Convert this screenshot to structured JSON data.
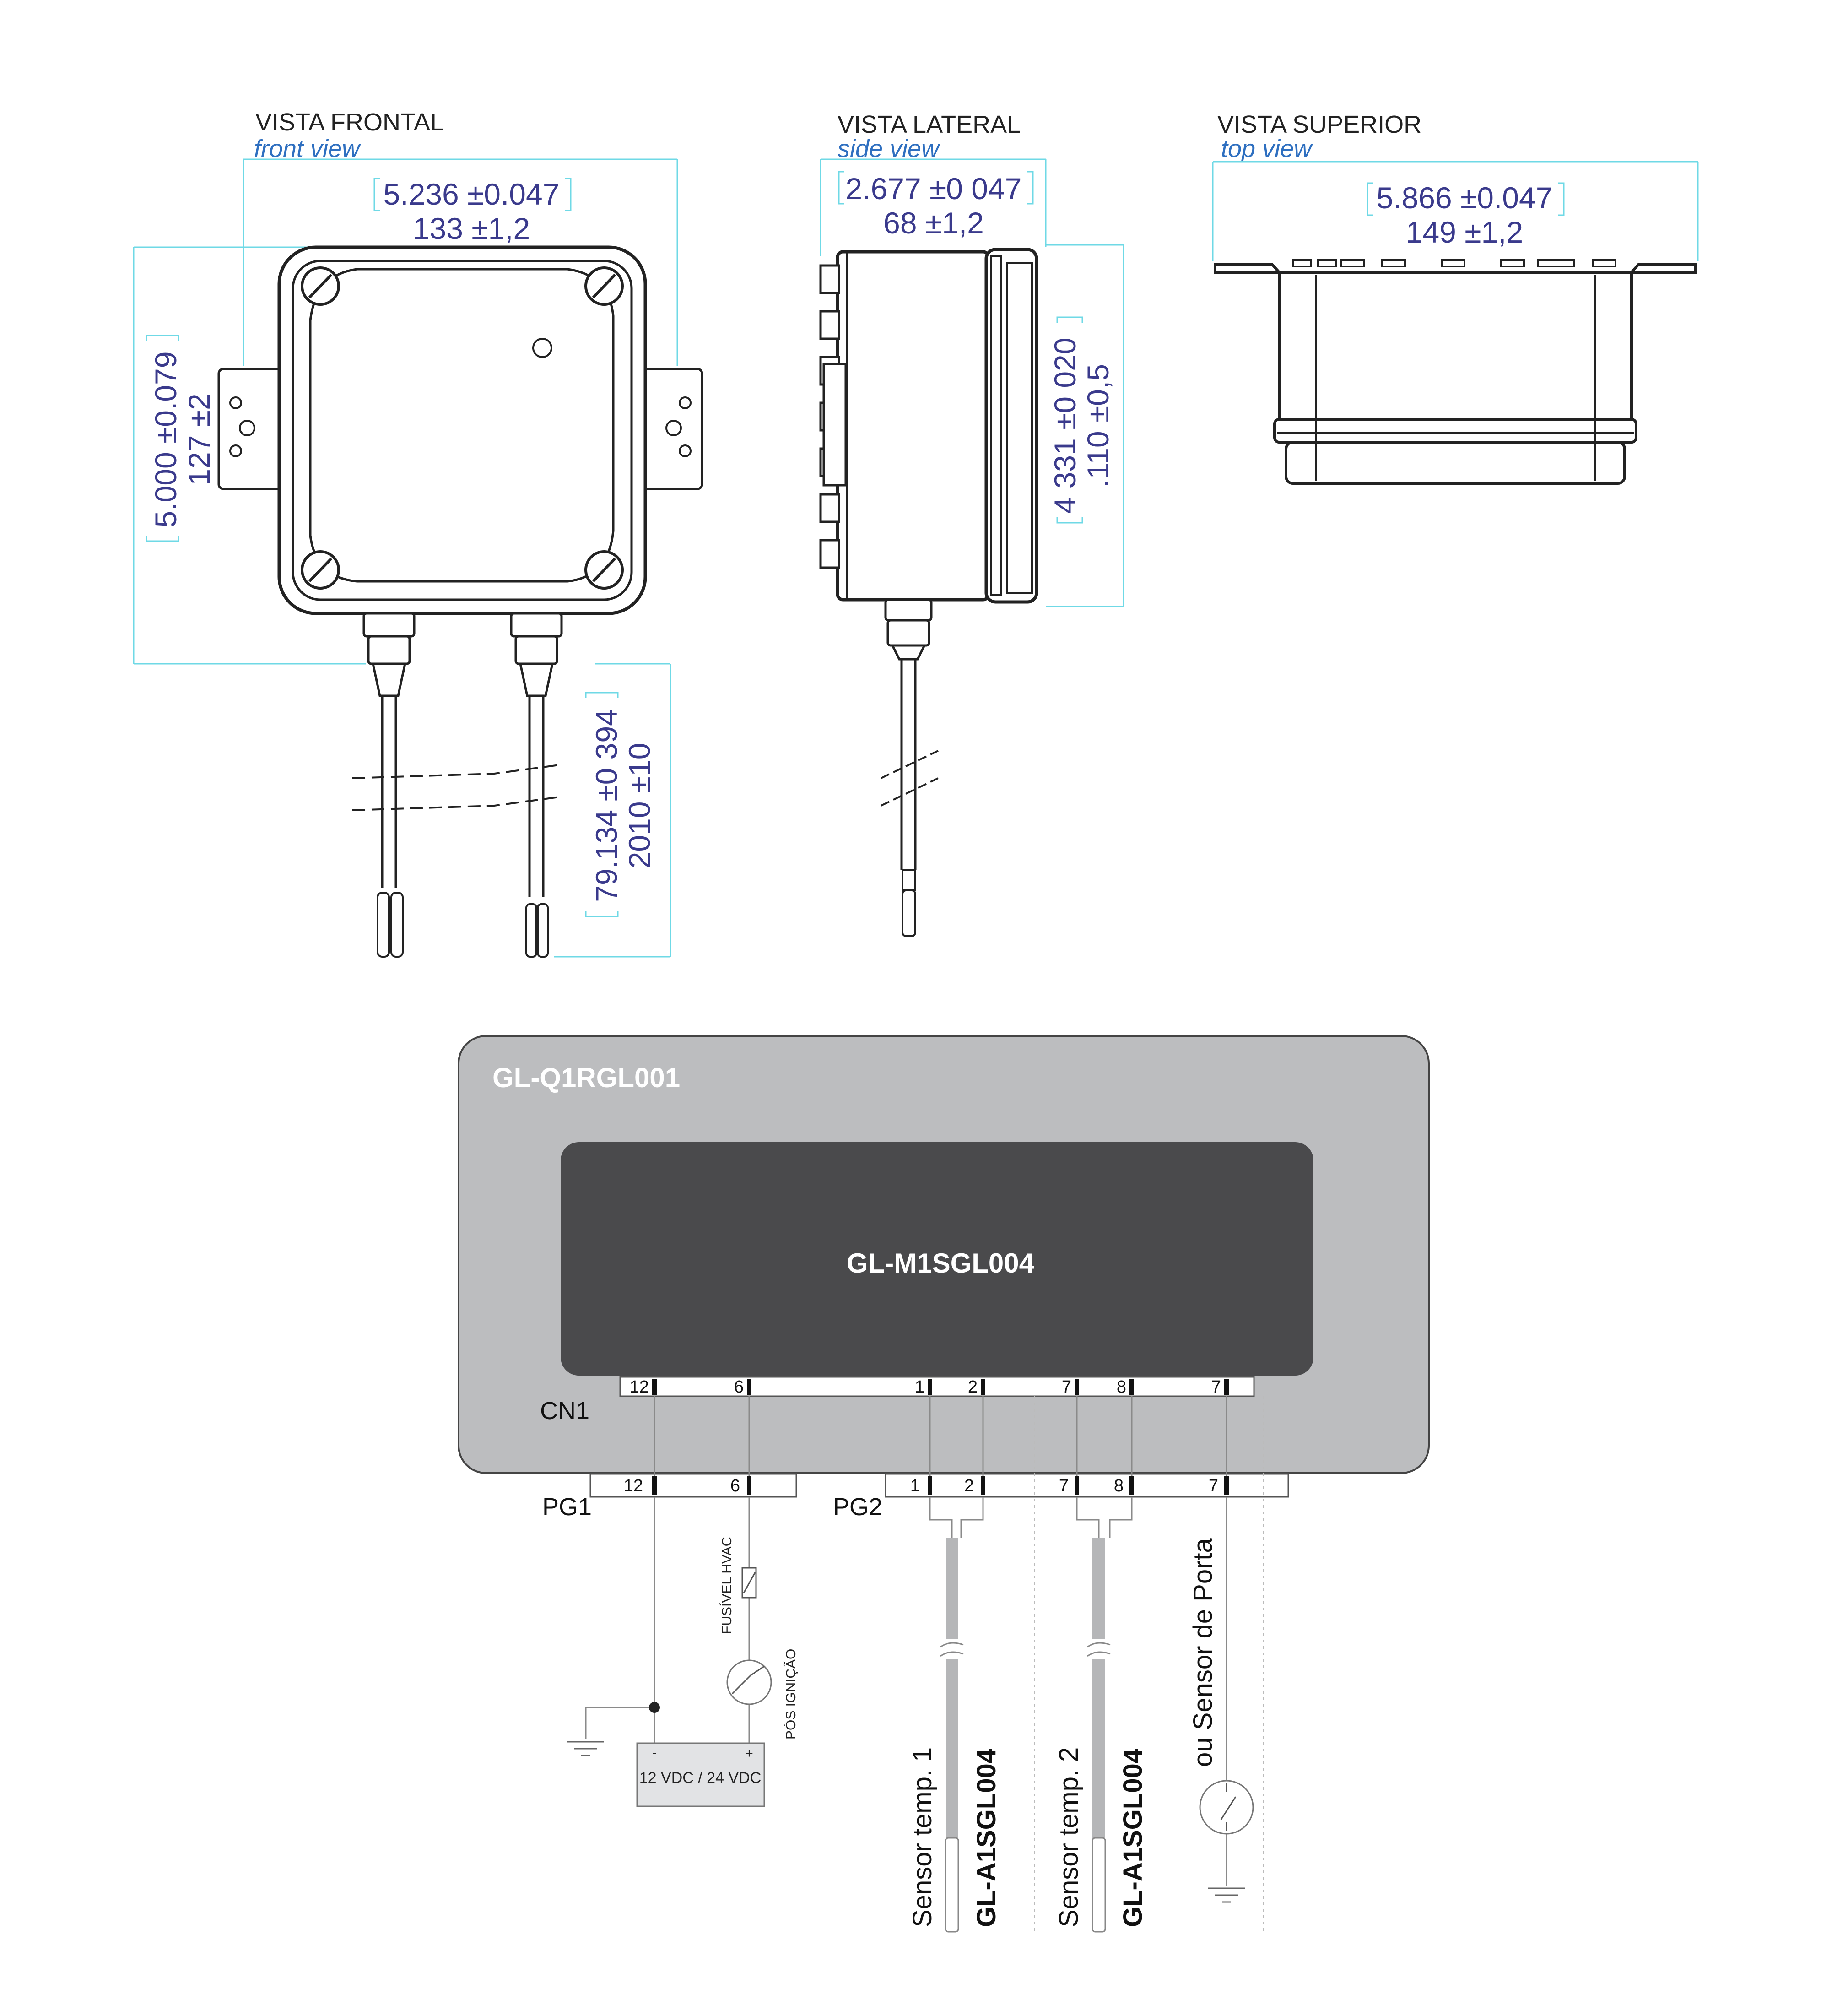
{
  "views": {
    "front": {
      "title": "VISTA FRONTAL",
      "subtitle": "front view",
      "width_in": "5.236 ±0.047",
      "width_mm": "133 ±1,2",
      "height_in": "5.000 ±0.079",
      "height_mm": "127 ±2",
      "cable_in": "79.134 ±0 394",
      "cable_mm": "2010 ±10"
    },
    "side": {
      "title": "VISTA LATERAL",
      "subtitle": "side view",
      "width_in": "2.677 ±0 047",
      "width_mm": "68 ±1,2",
      "height_in": "4 331 ±0 020",
      "height_mm": ".110 ±0,5"
    },
    "top": {
      "title": "VISTA SUPERIOR",
      "subtitle": "top view",
      "width_in": "5.866 ±0.047",
      "width_mm": "149 ±1,2"
    }
  },
  "wiring": {
    "enclosure_model": "GL-Q1RGL001",
    "module_model": "GL-M1SGL004",
    "cn1_label": "CN1",
    "pg1_label": "PG1",
    "pg2_label": "PG2",
    "pins": {
      "p12": "12",
      "p6": "6",
      "p1": "1",
      "p2": "2",
      "p7a": "7",
      "p8": "8",
      "p7b": "7"
    },
    "fuse_label": "FUSÍVEL HVAC",
    "ignition_label": "PÓS IGNIÇÃO",
    "battery_label": "12 VDC / 24 VDC",
    "battery_minus": "-",
    "battery_plus": "+",
    "sensor1_label": "Sensor temp. 1",
    "sensor1_model": "GL-A1SGL004",
    "sensor2_label": "Sensor temp. 2",
    "sensor2_model": "GL-A1SGL004",
    "door_label": "ou Sensor de Porta"
  },
  "colors": {
    "dimension_line": "#6fd9e6",
    "dimension_text": "#3a3a8c",
    "subtitle": "#2e6fc0",
    "enclosure_fill": "#bcbdbf",
    "module_fill": "#4a4a4c",
    "wire": "#8a8a8a"
  }
}
